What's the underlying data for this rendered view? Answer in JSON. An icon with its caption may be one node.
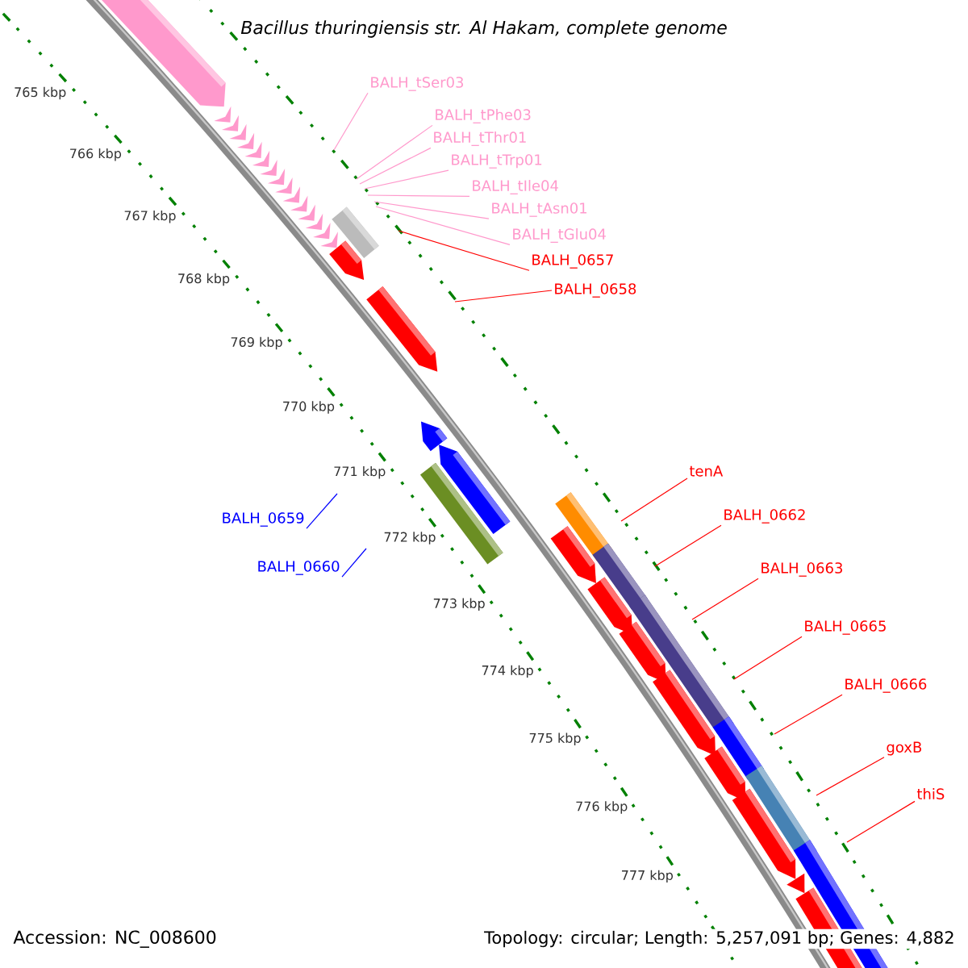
{
  "diagram": {
    "title": "Bacillus thuringiensis str. Al Hakam, complete genome",
    "nodes": [
      {
        "text": [
          "BALH_tSer03"
        ]
      },
      {
        "text": [
          "BALH_tPhe03"
        ]
      },
      {
        "text": [
          "BALH_tThr01"
        ]
      },
      {
        "text": [
          "BALH_tTrp01"
        ]
      },
      {
        "text": [
          "BALH_tIle04"
        ]
      },
      {
        "text": [
          "BALH_tAsn01"
        ]
      },
      {
        "text": [
          "BALH_tGlu04"
        ]
      },
      {
        "text": [
          "BALH_0657"
        ]
      },
      {
        "text": [
          "BALH_0658"
        ]
      },
      {
        "text": [
          "tenA"
        ]
      },
      {
        "text": [
          "BALH_0662"
        ]
      },
      {
        "text": [
          "BALH_0663"
        ]
      },
      {
        "text": [
          "BALH_0665"
        ]
      },
      {
        "text": [
          "BALH_0666"
        ]
      },
      {
        "text": [
          "goxB"
        ]
      },
      {
        "text": [
          "thiS"
        ]
      },
      {
        "text": [
          "BALH_0659"
        ]
      },
      {
        "text": [
          "BALH_0660"
        ]
      }
    ],
    "edges": [
      {
        "from": 0,
        "to": null,
        "arrow": "none",
        "color": "#ff99cc"
      },
      {
        "from": 1,
        "to": null,
        "arrow": "none",
        "color": "#ff99cc"
      },
      {
        "from": 2,
        "to": null,
        "arrow": "none",
        "color": "#ff99cc"
      },
      {
        "from": 3,
        "to": null,
        "arrow": "none",
        "color": "#ff99cc"
      },
      {
        "from": 4,
        "to": null,
        "arrow": "none",
        "color": "#ff99cc"
      },
      {
        "from": 5,
        "to": null,
        "arrow": "none",
        "color": "#ff99cc"
      },
      {
        "from": 6,
        "to": null,
        "arrow": "none",
        "color": "#ff99cc"
      },
      {
        "from": 7,
        "to": null,
        "arrow": "none"
      },
      {
        "from": 8,
        "to": null,
        "arrow": "none"
      },
      {
        "from": 9,
        "to": null,
        "arrow": "none"
      },
      {
        "from": 10,
        "to": null,
        "arrow": "none"
      },
      {
        "from": 11,
        "to": null,
        "arrow": "none"
      },
      {
        "from": 12,
        "to": null,
        "arrow": "none"
      },
      {
        "from": 13,
        "to": null,
        "arrow": "none"
      },
      {
        "from": 14,
        "to": null,
        "arrow": "none"
      },
      {
        "from": 15,
        "to": null,
        "arrow": "none"
      },
      {
        "from": 16,
        "to": null,
        "arrow": "none",
        "color": "#0000ff"
      },
      {
        "from": 17,
        "to": null,
        "arrow": "none",
        "color": "#0000ff"
      }
    ],
    "labels": [
      "765 kbp",
      "766 kbp",
      "767 kbp",
      "768 kbp",
      "769 kbp",
      "770 kbp",
      "771 kbp",
      "772 kbp",
      "773 kbp",
      "774 kbp",
      "775 kbp",
      "776 kbp",
      "777 kbp",
      "Accession: NC_008600",
      "Topology: circular; Length: 5,257,091 bp; Genes: 4,882"
    ]
  }
}
